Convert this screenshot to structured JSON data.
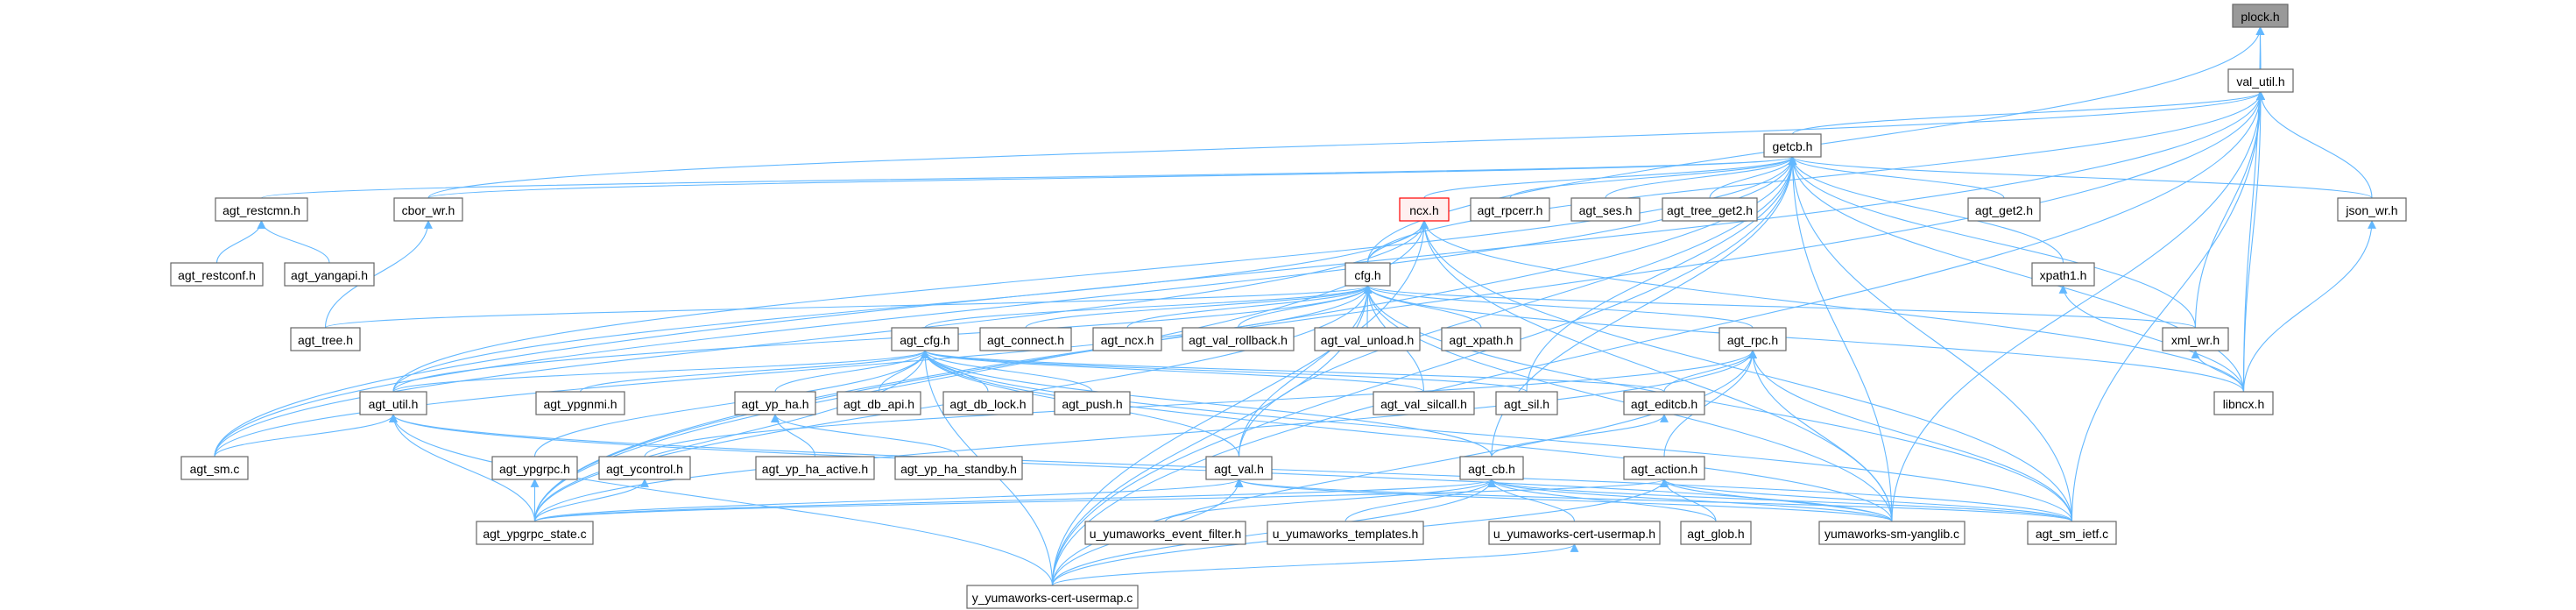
{
  "graph": {
    "title": "plock.h",
    "edge_color": "#63b8ff",
    "nodes": [
      {
        "id": "plock",
        "label": "plock.h",
        "style": "root"
      },
      {
        "id": "val_util",
        "label": "val_util.h"
      },
      {
        "id": "getcb",
        "label": "getcb.h"
      },
      {
        "id": "agt_restcmn",
        "label": "agt_restcmn.h"
      },
      {
        "id": "cbor_wr",
        "label": "cbor_wr.h"
      },
      {
        "id": "ncx",
        "label": "ncx.h",
        "style": "highlight"
      },
      {
        "id": "agt_rpcerr",
        "label": "agt_rpcerr.h"
      },
      {
        "id": "agt_ses",
        "label": "agt_ses.h"
      },
      {
        "id": "agt_tree_get2",
        "label": "agt_tree_get2.h"
      },
      {
        "id": "agt_get2",
        "label": "agt_get2.h"
      },
      {
        "id": "json_wr",
        "label": "json_wr.h"
      },
      {
        "id": "agt_restconf",
        "label": "agt_restconf.h"
      },
      {
        "id": "agt_yangapi",
        "label": "agt_yangapi.h"
      },
      {
        "id": "cfg",
        "label": "cfg.h"
      },
      {
        "id": "xpath1",
        "label": "xpath1.h"
      },
      {
        "id": "agt_tree",
        "label": "agt_tree.h"
      },
      {
        "id": "agt_cfg",
        "label": "agt_cfg.h"
      },
      {
        "id": "agt_connect",
        "label": "agt_connect.h"
      },
      {
        "id": "agt_ncx",
        "label": "agt_ncx.h"
      },
      {
        "id": "agt_val_rollback",
        "label": "agt_val_rollback.h"
      },
      {
        "id": "agt_val_unload",
        "label": "agt_val_unload.h"
      },
      {
        "id": "agt_xpath",
        "label": "agt_xpath.h"
      },
      {
        "id": "agt_rpc",
        "label": "agt_rpc.h"
      },
      {
        "id": "xml_wr",
        "label": "xml_wr.h"
      },
      {
        "id": "agt_util",
        "label": "agt_util.h"
      },
      {
        "id": "agt_ypgnmi",
        "label": "agt_ypgnmi.h"
      },
      {
        "id": "agt_yp_ha",
        "label": "agt_yp_ha.h"
      },
      {
        "id": "agt_db_api",
        "label": "agt_db_api.h"
      },
      {
        "id": "agt_db_lock",
        "label": "agt_db_lock.h"
      },
      {
        "id": "agt_push",
        "label": "agt_push.h"
      },
      {
        "id": "agt_val_silcall",
        "label": "agt_val_silcall.h"
      },
      {
        "id": "agt_sil",
        "label": "agt_sil.h"
      },
      {
        "id": "agt_editcb",
        "label": "agt_editcb.h"
      },
      {
        "id": "libncx",
        "label": "libncx.h"
      },
      {
        "id": "agt_sm",
        "label": "agt_sm.c"
      },
      {
        "id": "agt_ypgrpc",
        "label": "agt_ypgrpc.h"
      },
      {
        "id": "agt_ycontrol",
        "label": "agt_ycontrol.h"
      },
      {
        "id": "agt_yp_ha_active",
        "label": "agt_yp_ha_active.h"
      },
      {
        "id": "agt_yp_ha_standby",
        "label": "agt_yp_ha_standby.h"
      },
      {
        "id": "agt_val",
        "label": "agt_val.h"
      },
      {
        "id": "agt_cb",
        "label": "agt_cb.h"
      },
      {
        "id": "agt_action",
        "label": "agt_action.h"
      },
      {
        "id": "agt_ypgrpc_state",
        "label": "agt_ypgrpc_state.c"
      },
      {
        "id": "u_event_filter",
        "label": "u_yumaworks_event_filter.h"
      },
      {
        "id": "u_templates",
        "label": "u_yumaworks_templates.h"
      },
      {
        "id": "u_cert_usermap",
        "label": "u_yumaworks-cert-usermap.h"
      },
      {
        "id": "agt_glob",
        "label": "agt_glob.h"
      },
      {
        "id": "sm_yanglib",
        "label": "yumaworks-sm-yanglib.c"
      },
      {
        "id": "agt_sm_ietf",
        "label": "agt_sm_ietf.c"
      },
      {
        "id": "y_cert_usermap",
        "label": "y_yumaworks-cert-usermap.c"
      }
    ],
    "edges": [
      [
        "val_util",
        "plock"
      ],
      [
        "libncx",
        "plock"
      ],
      [
        "cfg",
        "plock"
      ],
      [
        "getcb",
        "val_util"
      ],
      [
        "json_wr",
        "val_util"
      ],
      [
        "xml_wr",
        "val_util"
      ],
      [
        "libncx",
        "val_util"
      ],
      [
        "agt_sm_ietf",
        "val_util"
      ],
      [
        "sm_yanglib",
        "val_util"
      ],
      [
        "y_cert_usermap",
        "val_util"
      ],
      [
        "cbor_wr",
        "val_util"
      ],
      [
        "agt_ypgrpc_state",
        "val_util"
      ],
      [
        "cfg",
        "val_util"
      ],
      [
        "agt_sm",
        "val_util"
      ],
      [
        "agt_restcmn",
        "getcb"
      ],
      [
        "cbor_wr",
        "getcb"
      ],
      [
        "ncx",
        "getcb"
      ],
      [
        "agt_rpcerr",
        "getcb"
      ],
      [
        "agt_ses",
        "getcb"
      ],
      [
        "agt_tree_get2",
        "getcb"
      ],
      [
        "agt_get2",
        "getcb"
      ],
      [
        "xpath1",
        "getcb"
      ],
      [
        "json_wr",
        "getcb"
      ],
      [
        "xml_wr",
        "getcb"
      ],
      [
        "libncx",
        "getcb"
      ],
      [
        "agt_sm_ietf",
        "getcb"
      ],
      [
        "sm_yanglib",
        "getcb"
      ],
      [
        "agt_sm",
        "getcb"
      ],
      [
        "agt_ypgrpc_state",
        "getcb"
      ],
      [
        "y_cert_usermap",
        "getcb"
      ],
      [
        "agt_util",
        "getcb"
      ],
      [
        "agt_val",
        "getcb"
      ],
      [
        "agt_cb",
        "getcb"
      ],
      [
        "agt_sil",
        "getcb"
      ],
      [
        "cfg",
        "ncx"
      ],
      [
        "agt_util",
        "ncx"
      ],
      [
        "agt_sm",
        "ncx"
      ],
      [
        "y_cert_usermap",
        "ncx"
      ],
      [
        "libncx",
        "ncx"
      ],
      [
        "agt_sm_ietf",
        "ncx"
      ],
      [
        "sm_yanglib",
        "ncx"
      ],
      [
        "agt_ypgrpc_state",
        "ncx"
      ],
      [
        "agt_restconf",
        "agt_restcmn"
      ],
      [
        "agt_yangapi",
        "agt_restcmn"
      ],
      [
        "agt_tree",
        "cbor_wr"
      ],
      [
        "agt_cfg",
        "cfg"
      ],
      [
        "agt_connect",
        "cfg"
      ],
      [
        "agt_ncx",
        "cfg"
      ],
      [
        "agt_val_rollback",
        "cfg"
      ],
      [
        "agt_val_unload",
        "cfg"
      ],
      [
        "agt_xpath",
        "cfg"
      ],
      [
        "agt_rpc",
        "cfg"
      ],
      [
        "agt_tree",
        "cfg"
      ],
      [
        "agt_util",
        "cfg"
      ],
      [
        "agt_val_silcall",
        "cfg"
      ],
      [
        "agt_val",
        "cfg"
      ],
      [
        "xml_wr",
        "cfg"
      ],
      [
        "libncx",
        "cfg"
      ],
      [
        "agt_sm_ietf",
        "cfg"
      ],
      [
        "sm_yanglib",
        "cfg"
      ],
      [
        "agt_ypgrpc_state",
        "cfg"
      ],
      [
        "y_cert_usermap",
        "cfg"
      ],
      [
        "agt_sm",
        "cfg"
      ],
      [
        "libncx",
        "xpath1"
      ],
      [
        "libncx",
        "xml_wr"
      ],
      [
        "libncx",
        "json_wr"
      ],
      [
        "agt_util",
        "agt_cfg"
      ],
      [
        "agt_ypgnmi",
        "agt_cfg"
      ],
      [
        "agt_yp_ha",
        "agt_cfg"
      ],
      [
        "agt_db_api",
        "agt_cfg"
      ],
      [
        "agt_db_lock",
        "agt_cfg"
      ],
      [
        "agt_push",
        "agt_cfg"
      ],
      [
        "agt_val_silcall",
        "agt_cfg"
      ],
      [
        "agt_sil",
        "agt_cfg"
      ],
      [
        "agt_editcb",
        "agt_cfg"
      ],
      [
        "agt_val",
        "agt_cfg"
      ],
      [
        "agt_cb",
        "agt_cfg"
      ],
      [
        "agt_ypgrpc",
        "agt_cfg"
      ],
      [
        "sm_yanglib",
        "agt_cfg"
      ],
      [
        "agt_sm_ietf",
        "agt_cfg"
      ],
      [
        "y_cert_usermap",
        "agt_cfg"
      ],
      [
        "agt_ypgrpc_state",
        "agt_cfg"
      ],
      [
        "agt_editcb",
        "agt_rpc"
      ],
      [
        "agt_action",
        "agt_rpc"
      ],
      [
        "sm_yanglib",
        "agt_rpc"
      ],
      [
        "agt_sm_ietf",
        "agt_rpc"
      ],
      [
        "agt_ycontrol",
        "agt_rpc"
      ],
      [
        "agt_ypgrpc_state",
        "agt_rpc"
      ],
      [
        "y_cert_usermap",
        "agt_rpc"
      ],
      [
        "agt_sm",
        "agt_util"
      ],
      [
        "agt_ypgrpc_state",
        "agt_util"
      ],
      [
        "y_cert_usermap",
        "agt_util"
      ],
      [
        "agt_sm_ietf",
        "agt_util"
      ],
      [
        "sm_yanglib",
        "agt_util"
      ],
      [
        "agt_yp_ha_active",
        "agt_yp_ha"
      ],
      [
        "agt_yp_ha_standby",
        "agt_yp_ha"
      ],
      [
        "agt_ypgrpc_state",
        "agt_ypgrpc"
      ],
      [
        "agt_ypgrpc_state",
        "agt_ycontrol"
      ],
      [
        "agt_cb",
        "agt_editcb"
      ],
      [
        "agt_ypgrpc_state",
        "agt_val"
      ],
      [
        "y_cert_usermap",
        "agt_val"
      ],
      [
        "agt_sm_ietf",
        "agt_val"
      ],
      [
        "sm_yanglib",
        "agt_val"
      ],
      [
        "u_event_filter",
        "agt_cb"
      ],
      [
        "u_templates",
        "agt_cb"
      ],
      [
        "u_cert_usermap",
        "agt_cb"
      ],
      [
        "y_cert_usermap",
        "agt_cb"
      ],
      [
        "agt_ypgrpc_state",
        "agt_cb"
      ],
      [
        "agt_sm_ietf",
        "agt_cb"
      ],
      [
        "sm_yanglib",
        "agt_cb"
      ],
      [
        "agt_glob",
        "agt_cb"
      ],
      [
        "agt_glob",
        "agt_action"
      ],
      [
        "agt_sm_ietf",
        "agt_action"
      ],
      [
        "sm_yanglib",
        "agt_action"
      ],
      [
        "y_cert_usermap",
        "agt_action"
      ],
      [
        "agt_ypgrpc_state",
        "agt_action"
      ],
      [
        "y_cert_usermap",
        "u_cert_usermap"
      ]
    ]
  }
}
